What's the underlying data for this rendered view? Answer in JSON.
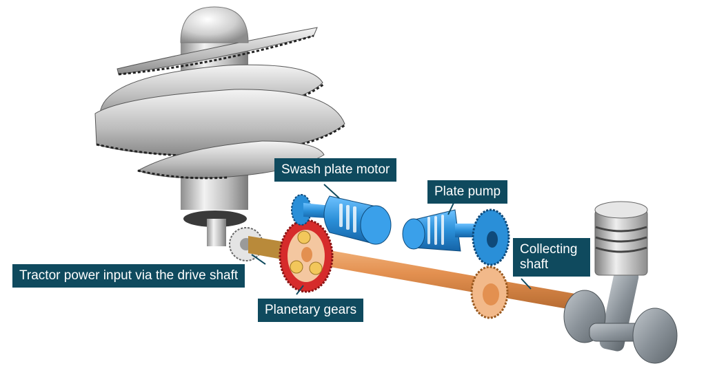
{
  "labels": {
    "swash_plate_motor": "Swash plate motor",
    "plate_pump": "Plate pump",
    "collecting_shaft_line1": "Collecting",
    "collecting_shaft_line2": "shaft",
    "tractor_power_input": "Tractor power input via the drive shaft",
    "planetary_gears": "Planetary gears"
  },
  "colors": {
    "label_bg": "#0f4a5e",
    "label_text": "#ffffff",
    "shaft": "#e89a5c",
    "planetary_gear": "#d62b2b",
    "motor_pump": "#2a8fd8",
    "auger_metal": "#c8c8c8",
    "crank": "#8a9299"
  }
}
